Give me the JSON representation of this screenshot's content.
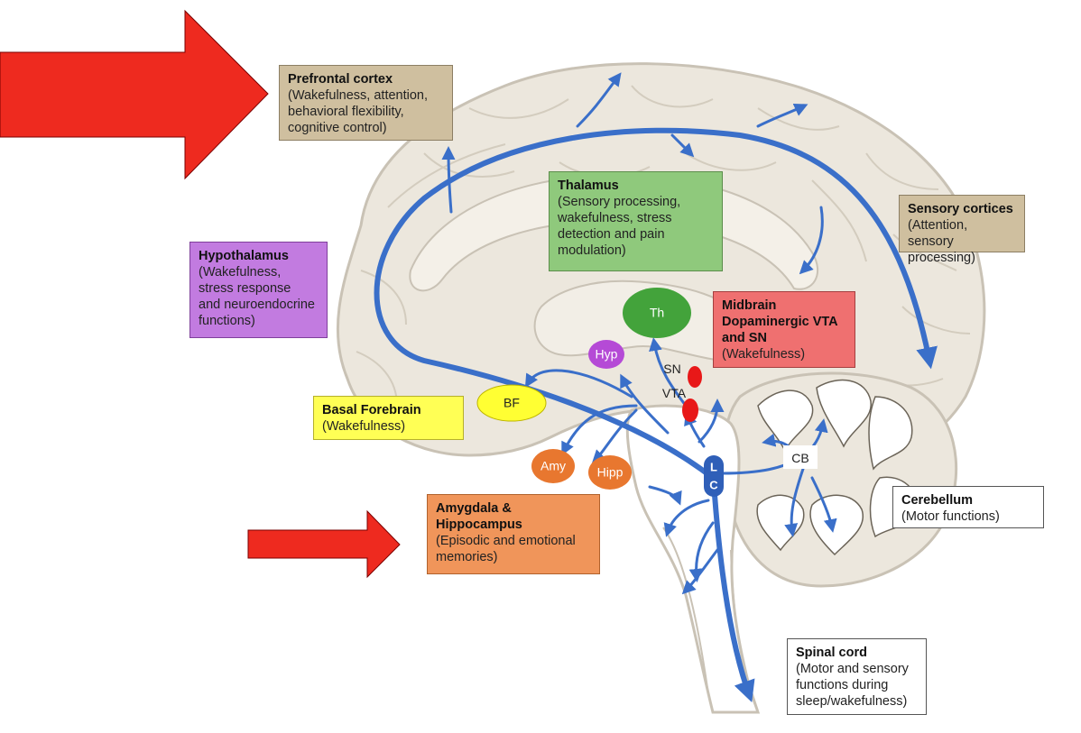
{
  "colors": {
    "brain_fill": "#ece7dd",
    "brain_outline": "#c9c2b5",
    "pathway": "#3a6fc9",
    "arrow_red": "#ee2a1f",
    "prefrontal_box": "#cfbf9f",
    "thalamus_box": "#8fc97c",
    "sensory_box": "#cfbf9f",
    "hypothalamus_box": "#c27be0",
    "midbrain_box": "#ef7070",
    "basal_box": "#ffff55",
    "amygdala_box": "#f0955a",
    "thalamus_node": "#43a33b",
    "hyp_node": "#b54ad6",
    "bf_node": "#ffff33",
    "amy_node": "#e8772f",
    "sn_vta_node": "#e81818"
  },
  "labels": {
    "prefrontal": {
      "title": "Prefrontal cortex",
      "desc": "(Wakefulness, attention,\nbehavioral flexibility,\ncognitive control)"
    },
    "thalamus": {
      "title": "Thalamus",
      "desc": "(Sensory processing,\nwakefulness, stress\ndetection and pain\nmodulation)"
    },
    "sensory": {
      "title": "Sensory cortices",
      "desc": "(Attention, sensory\nprocessing)"
    },
    "hypothalamus": {
      "title": "Hypothalamus",
      "desc": "(Wakefulness,\nstress response\nand neuroendocrine\nfunctions)"
    },
    "midbrain": {
      "title": "Midbrain\nDopaminergic VTA\nand SN",
      "desc": "(Wakefulness)"
    },
    "basal": {
      "title": "Basal Forebrain",
      "desc": "(Wakefulness)"
    },
    "amygdala": {
      "title": "Amygdala &\nHippocampus",
      "desc": "(Episodic and emotional\nmemories)"
    },
    "cerebellum": {
      "title": "Cerebellum",
      "desc": "(Motor functions)"
    },
    "spinal": {
      "title": "Spinal cord",
      "desc": "(Motor and sensory\nfunctions during\nsleep/wakefulness)"
    }
  },
  "nodes": {
    "th": "Th",
    "hyp": "Hyp",
    "bf": "BF",
    "amy": "Amy",
    "hipp": "Hipp",
    "sn": "SN",
    "vta": "VTA",
    "lc_l": "L",
    "lc_c": "C",
    "cb": "CB"
  }
}
